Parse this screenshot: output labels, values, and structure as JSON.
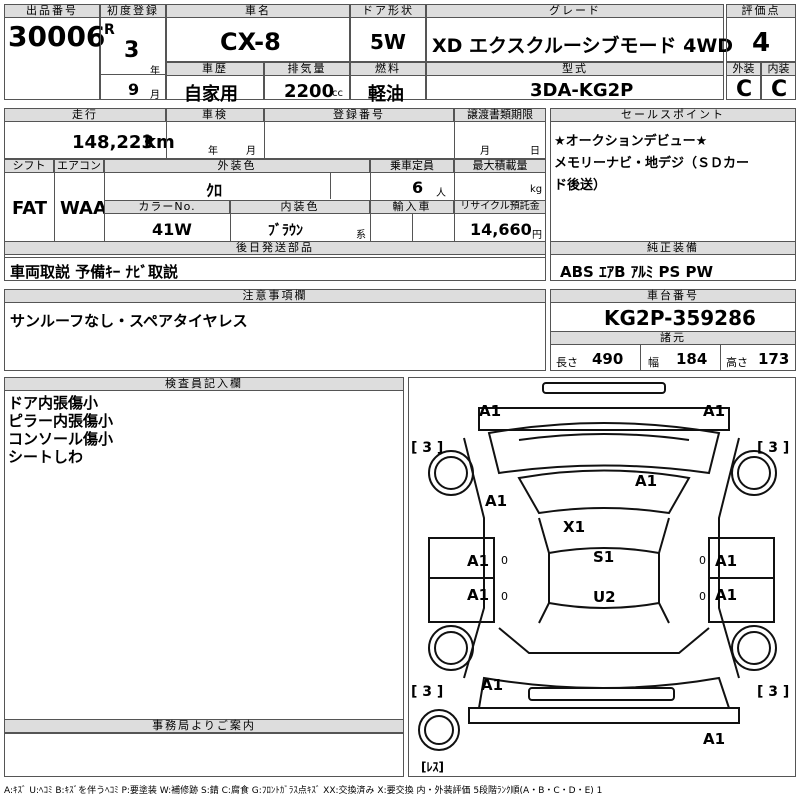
{
  "header": {
    "lot_no_label": "出品番号",
    "lot_no": "30006",
    "first_reg_label": "初度登録",
    "era": "R",
    "year": "3",
    "year_unit": "年",
    "month": "9",
    "month_unit": "月",
    "car_name_label": "車名",
    "car_name": "CX-8",
    "door_label": "ドア形状",
    "door": "5W",
    "grade_label": "グレード",
    "grade": "XD エクスクルーシブモード 4WD",
    "score_label": "評価点",
    "score": "4",
    "history_label": "車歴",
    "history": "自家用",
    "displacement_label": "排気量",
    "displacement": "2200",
    "displacement_unit": "cc",
    "fuel_label": "燃料",
    "fuel": "軽油",
    "model_label": "型式",
    "model": "3DA-KG2P",
    "exterior_label": "外装",
    "exterior": "C",
    "interior_label": "内装",
    "interior": "C"
  },
  "row2": {
    "mileage_label": "走行",
    "mileage": "148,223",
    "mileage_unit": "km",
    "inspection_label": "車検",
    "inspection_year_unit": "年",
    "inspection_month_unit": "月",
    "reg_no_label": "登録番号",
    "transfer_label": "譲渡書類期限",
    "transfer_month_unit": "月",
    "transfer_day_unit": "日",
    "shift_label": "シフト",
    "shift": "FAT",
    "ac_label": "エアコン",
    "ac": "WAA",
    "ext_color_label": "外装色",
    "ext_color": "ｸﾛ",
    "capacity_label": "乗車定員",
    "capacity": "6",
    "capacity_unit": "人",
    "max_load_label": "最大積載量",
    "max_load_unit": "kg",
    "color_no_label": "カラーNo.",
    "color_no": "41W",
    "int_color_label": "内装色",
    "int_color": "ﾌﾞﾗｳﾝ",
    "int_color_unit": "系",
    "import_label": "輸入車",
    "recycle_label": "リサイクル預託金",
    "recycle": "14,660",
    "recycle_unit": "円",
    "shipping_label": "後日発送部品",
    "shipping": "車両取説 予備ｷｰ ﾅﾋﾞ取説"
  },
  "sales": {
    "label": "セールスポイント",
    "lines": [
      "★オークションデビュー★",
      "メモリーナビ・地デジ（ＳＤカー",
      "ド後送）"
    ]
  },
  "equipment": {
    "label": "純正装備",
    "value": "ABS ｴｱB ｱﾙﾐ PS PW"
  },
  "notes": {
    "label": "注意事項欄",
    "value": "サンルーフなし・スペアタイヤレス"
  },
  "chassis": {
    "label": "車台番号",
    "value": "KG2P-359286",
    "dims_label": "諸元",
    "length_label": "長さ",
    "length": "490",
    "width_label": "幅",
    "width": "184",
    "height_label": "高さ",
    "height": "173"
  },
  "inspector": {
    "label": "検査員記入欄",
    "lines": [
      "ドア内張傷小",
      "ピラー内張傷小",
      "コンソール傷小",
      "シートしわ"
    ]
  },
  "office": {
    "label": "事務局よりご案内"
  },
  "diagram": {
    "marks": [
      "A1",
      "A1",
      "A1",
      "A1",
      "X1",
      "S1",
      "U2",
      "A1",
      "A1",
      "A1",
      "A1",
      "A1",
      "A1",
      "0",
      "0",
      "0",
      "0",
      "[ 3 ]",
      "[ 3 ]",
      "[ 3 ]",
      "[ 3 ]",
      "[ﾚｽ]"
    ]
  },
  "legend": "A:ｷｽﾞ U:ﾍｺﾐ B:ｷｽﾞを伴うﾍｺﾐ P:要塗装 W:補修跡 S:錆 C:腐食 G:ﾌﾛﾝﾄｶﾞﾗｽ点ｷｽﾞ XX:交換済み X:要交換 内・外装評価 5段階ﾗﾝｸ順(A・B・C・D・E) 1"
}
